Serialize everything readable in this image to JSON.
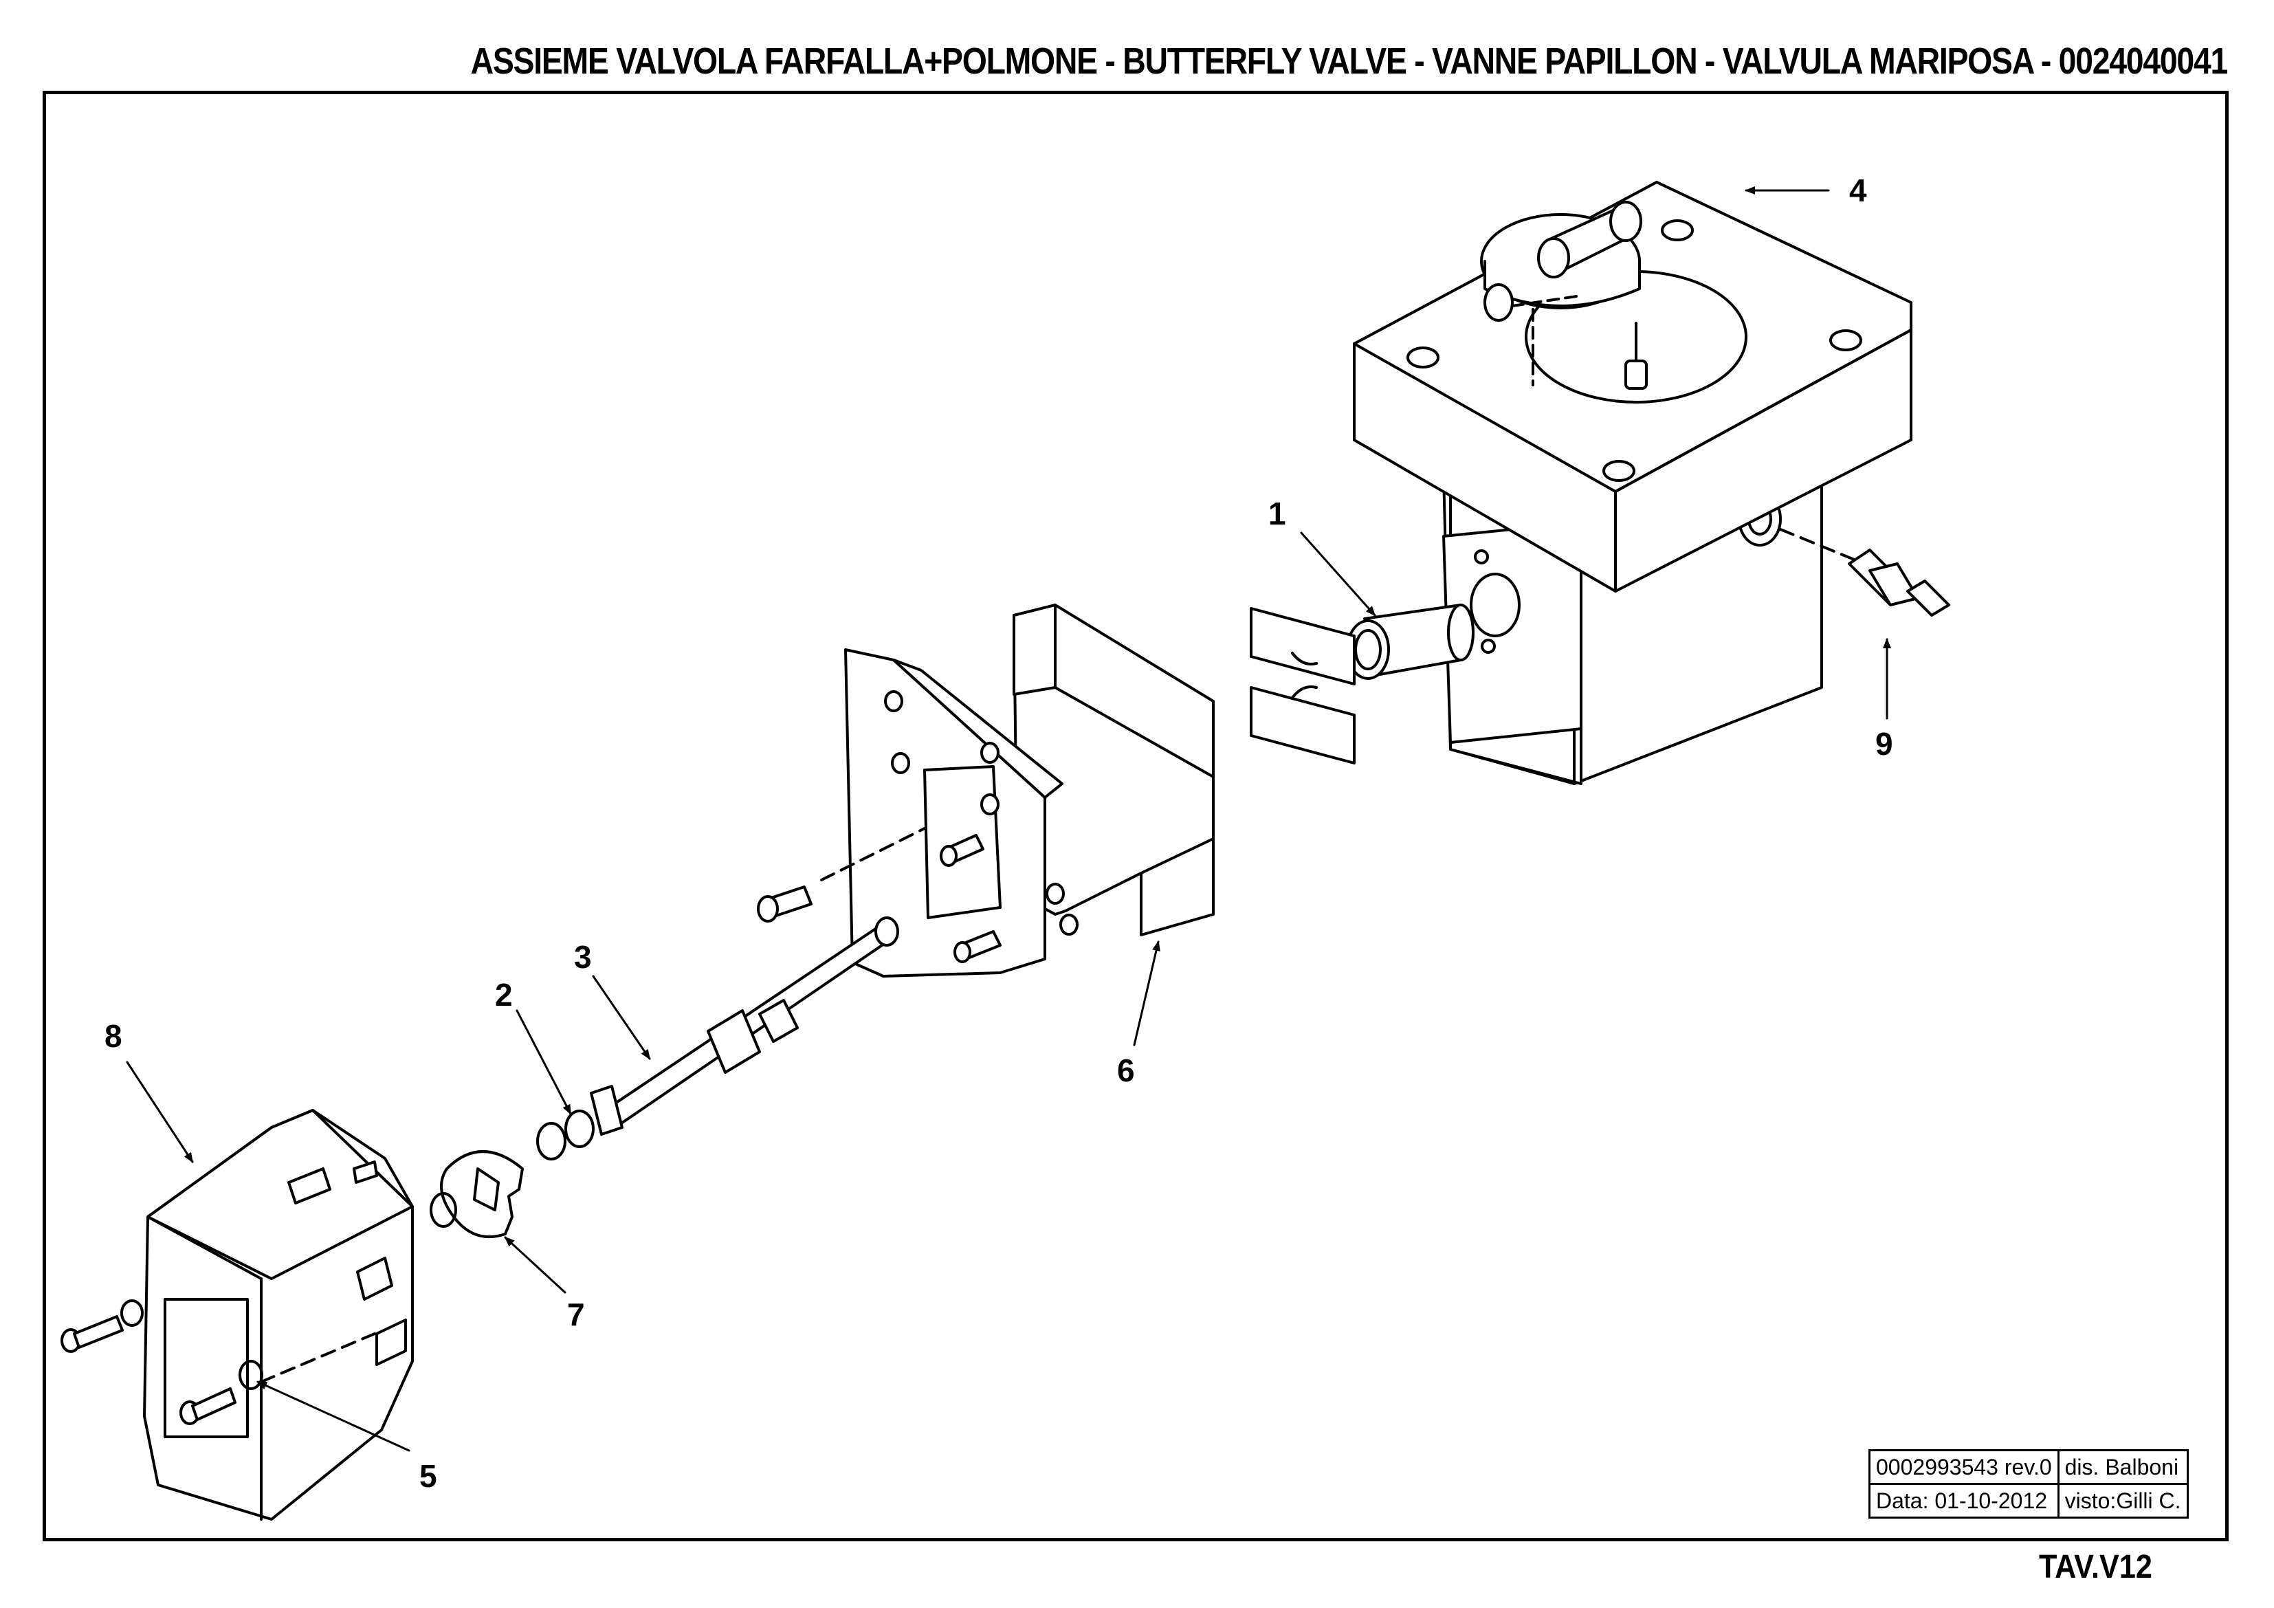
{
  "title": "ASSIEME VALVOLA FARFALLA+POLMONE - BUTTERFLY VALVE - VANNE PAPILLON - VALVULA MARIPOSA - 0024040041",
  "callouts": [
    "1",
    "2",
    "3",
    "4",
    "5",
    "6",
    "7",
    "8",
    "9"
  ],
  "title_block": {
    "doc_number": "0002993543 rev.0",
    "drawn_by": "dis. Balboni",
    "date": "Data: 01-10-2012",
    "checked_by": "visto:Gilli C."
  },
  "sheet": "TAV.V12"
}
